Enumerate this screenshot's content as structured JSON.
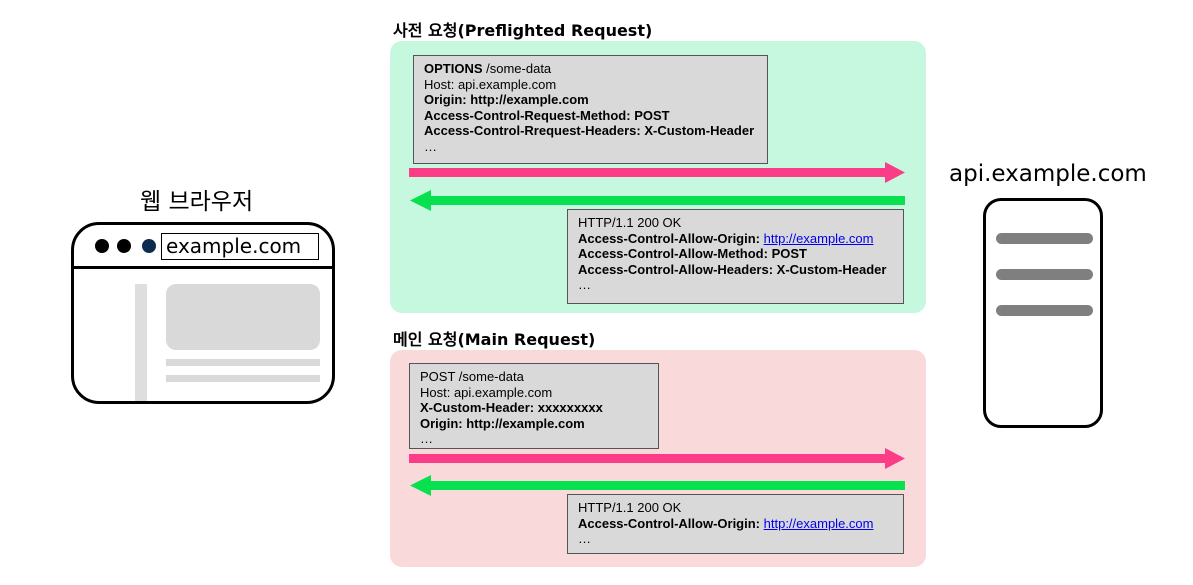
{
  "browser": {
    "label": "웹 브라우저",
    "url": "example.com"
  },
  "server": {
    "label": "api.example.com"
  },
  "colors": {
    "preflight_bg": "#c6f8df",
    "main_bg": "#f9d9d9",
    "request_arrow": "#fb3c86",
    "response_arrow": "#07e14f",
    "message_box": "#d9d9d9",
    "link": "#0000ee"
  },
  "preflight": {
    "title": "사전 요청(Preflighted Request)",
    "request": {
      "method": "OPTIONS",
      "path": " /some-data",
      "host": "Host: api.example.com",
      "origin_key": "Origin:",
      "origin_val": " http://example.com",
      "acrm_key": "Access-Control-Request-Method:",
      "acrm_val": " POST",
      "acrh_key": "Access-Control-Rrequest-Headers:",
      "acrh_val": " X-Custom-Header",
      "ellipsis": "…"
    },
    "response": {
      "status": "HTTP/1.1 200 OK",
      "acao_key": "Access-Control-Allow-Origin:",
      "acao_val": "http://example.com",
      "acam_key": "Access-Control-Allow-Method:",
      "acam_val": " POST",
      "acah_key": "Access-Control-Allow-Headers:",
      "acah_val": " X-Custom-Header",
      "ellipsis": "…"
    }
  },
  "main": {
    "title": "메인 요청(Main Request)",
    "request": {
      "line": "POST /some-data",
      "host": "Host: api.example.com",
      "custom_key": "X-Custom-Header:",
      "custom_val": " xxxxxxxxx",
      "origin_key": "Origin:",
      "origin_val": " http://example.com",
      "ellipsis": "…"
    },
    "response": {
      "status": "HTTP/1.1 200 OK",
      "acao_key": "Access-Control-Allow-Origin:",
      "acao_val": "http://example.com",
      "ellipsis": "…"
    }
  }
}
